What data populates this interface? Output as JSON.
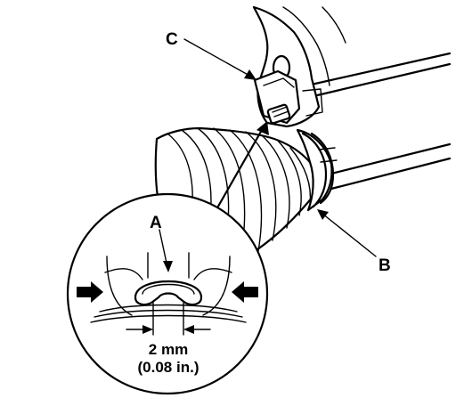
{
  "labels": {
    "a": "A",
    "b": "B",
    "c": "C"
  },
  "dimension": {
    "metric": "2 mm",
    "imperial": "(0.08 in.)"
  },
  "colors": {
    "ink": "#000000",
    "paper": "#ffffff"
  }
}
